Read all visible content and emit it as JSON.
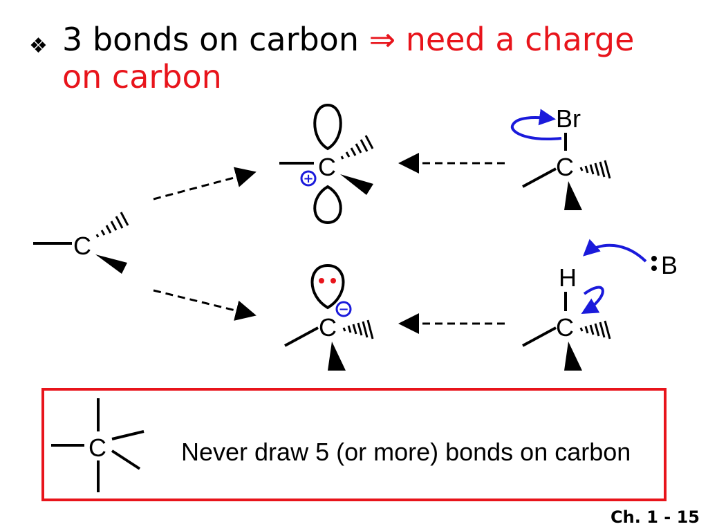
{
  "slide": {
    "bullet_symbol": "❖",
    "heading_black": "3 bonds on carbon ",
    "arrow_symbol": "⇒",
    "heading_red_1": " need a charge",
    "heading_red_2": "on carbon",
    "slide_number": "Ch. 1 - 15"
  },
  "diagram": {
    "labels": {
      "carbon": "C",
      "bromine": "Br",
      "hydrogen": "H",
      "base": "B",
      "plus": "+",
      "minus": "−"
    },
    "warning_box_text": "Never draw 5 (or more) bonds on carbon"
  },
  "colors": {
    "red": "#e8141b",
    "blue": "#1a1adb",
    "black": "#000000"
  }
}
